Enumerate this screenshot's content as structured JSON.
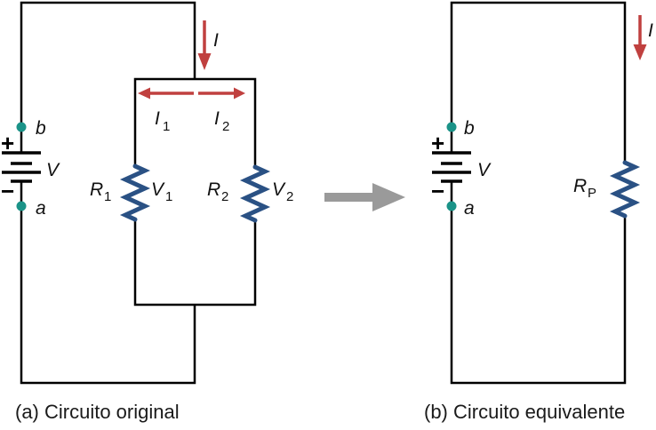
{
  "captions": {
    "a": "(a) Circuito original",
    "b": "(b) Circuito equivalente"
  },
  "circuit_a": {
    "current": {
      "base": "I"
    },
    "branch_current_1": {
      "base": "I",
      "sub": "1"
    },
    "branch_current_2": {
      "base": "I",
      "sub": "2"
    },
    "resistor_1": {
      "base": "R",
      "sub": "1"
    },
    "voltage_1": {
      "base": "V",
      "sub": "1"
    },
    "resistor_2": {
      "base": "R",
      "sub": "2"
    },
    "voltage_2": {
      "base": "V",
      "sub": "2"
    },
    "battery": {
      "plus": "+",
      "minus": "−",
      "voltage": "V",
      "node_b": "b",
      "node_a": "a"
    }
  },
  "circuit_b": {
    "current": {
      "base": "I"
    },
    "resistor_p": {
      "base": "R",
      "sub": "P"
    },
    "battery": {
      "plus": "+",
      "minus": "−",
      "voltage": "V",
      "node_b": "b",
      "node_a": "a"
    }
  },
  "colors": {
    "wire": "#000000",
    "current_arrow_red": "#c0403f",
    "resistor_blue": "#2a5184",
    "node_dot_teal": "#1b9388",
    "transform_arrow_gray": "#9a9a9a",
    "background": "#ffffff"
  }
}
